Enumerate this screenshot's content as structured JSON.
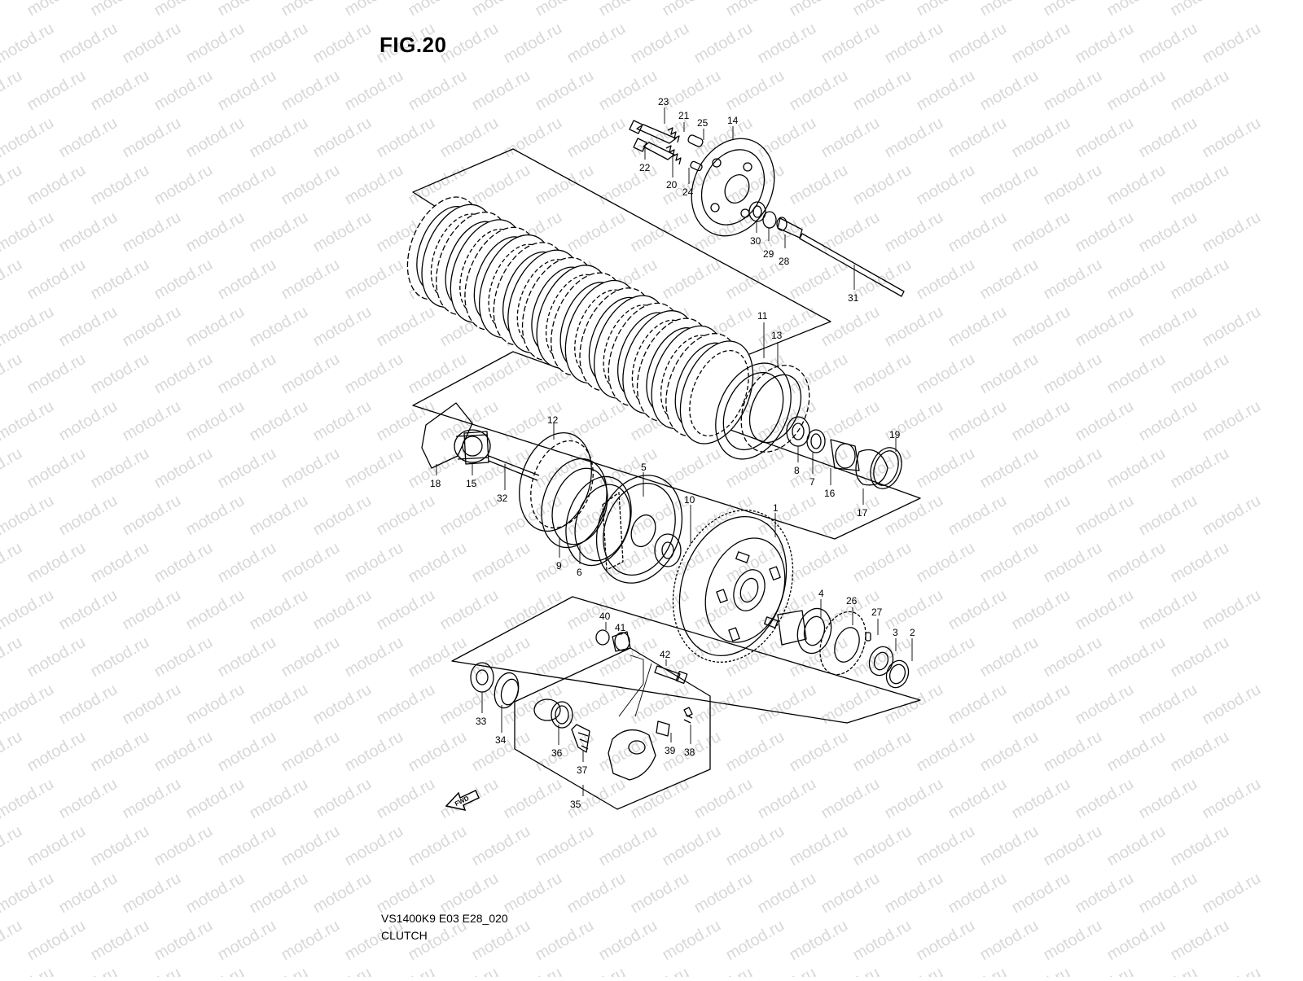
{
  "figure": {
    "title": "FIG.20",
    "model_code": "VS1400K9 E03 E28_020",
    "section_name": "CLUTCH",
    "watermark": "motod.ru",
    "fwd_label": "FWD"
  },
  "parts": [
    {
      "id": "p1",
      "label": "1"
    },
    {
      "id": "p2",
      "label": "2"
    },
    {
      "id": "p3",
      "label": "3"
    },
    {
      "id": "p4",
      "label": "4"
    },
    {
      "id": "p5",
      "label": "5"
    },
    {
      "id": "p6",
      "label": "6"
    },
    {
      "id": "p7",
      "label": "7"
    },
    {
      "id": "p8",
      "label": "8"
    },
    {
      "id": "p9",
      "label": "9"
    },
    {
      "id": "p10",
      "label": "10"
    },
    {
      "id": "p11",
      "label": "11"
    },
    {
      "id": "p12",
      "label": "12"
    },
    {
      "id": "p13",
      "label": "13"
    },
    {
      "id": "p14",
      "label": "14"
    },
    {
      "id": "p15",
      "label": "15"
    },
    {
      "id": "p16",
      "label": "16"
    },
    {
      "id": "p17",
      "label": "17"
    },
    {
      "id": "p18",
      "label": "18"
    },
    {
      "id": "p19",
      "label": "19"
    },
    {
      "id": "p20",
      "label": "20"
    },
    {
      "id": "p21",
      "label": "21"
    },
    {
      "id": "p22",
      "label": "22"
    },
    {
      "id": "p23",
      "label": "23"
    },
    {
      "id": "p24",
      "label": "24"
    },
    {
      "id": "p25",
      "label": "25"
    },
    {
      "id": "p26",
      "label": "26"
    },
    {
      "id": "p27",
      "label": "27"
    },
    {
      "id": "p28",
      "label": "28"
    },
    {
      "id": "p29",
      "label": "29"
    },
    {
      "id": "p30",
      "label": "30"
    },
    {
      "id": "p31",
      "label": "31"
    },
    {
      "id": "p32",
      "label": "32"
    },
    {
      "id": "p33",
      "label": "33"
    },
    {
      "id": "p34",
      "label": "34"
    },
    {
      "id": "p35",
      "label": "35"
    },
    {
      "id": "p36",
      "label": "36"
    },
    {
      "id": "p37",
      "label": "37"
    },
    {
      "id": "p38",
      "label": "38"
    },
    {
      "id": "p39",
      "label": "39"
    },
    {
      "id": "p40",
      "label": "40"
    },
    {
      "id": "p41",
      "label": "41"
    },
    {
      "id": "p42",
      "label": "42"
    }
  ]
}
